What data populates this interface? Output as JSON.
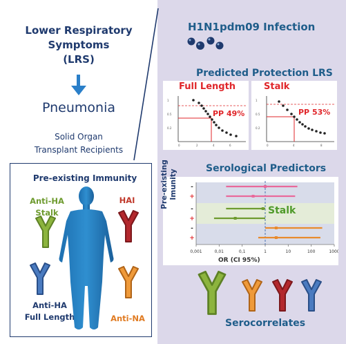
{
  "left": {
    "lrs_title": [
      "Lower Respiratory",
      "Symptoms",
      "(LRS)"
    ],
    "pneumonia": "Pneumonia",
    "population": [
      "Solid Organ",
      "Transplant Recipients"
    ],
    "preexisting_immunity": "Pre-existing Immunity",
    "anti_ha_stalk": [
      "Anti-HA",
      "Stalk"
    ],
    "hai": "HAI",
    "anti_ha_full_length": [
      "Anti-HA",
      "Full Length"
    ],
    "anti_na": "Anti-NA"
  },
  "right": {
    "infection_title": "H1N1pdm09 Infection",
    "predicted_protection_title": "Predicted Protection LRS",
    "full_length_label": "Full Length",
    "stalk_label": "Stalk",
    "pp_full_length": "PP 49%",
    "pp_stalk": "PP 53%",
    "serological_title": "Serological Predictors",
    "forest_stalk_label": "Stalk",
    "y_label": [
      "Pre-existing",
      "Imunity"
    ],
    "x_label": "OR (CI 95%)",
    "x_ticks": [
      "0,001",
      "0,01",
      "0,1",
      "1",
      "10",
      "100",
      "1000"
    ],
    "row_signs": [
      "-",
      "+",
      "-",
      "+",
      "-",
      "+"
    ],
    "serocorrelates_title": "Serocorrelates"
  },
  "colors": {
    "navy": "#1f3a6e",
    "steel_blue": "#1f5d8a",
    "panel_lavender": "#dcd8ea",
    "green": "#6e9b2f",
    "red": "#b3282d",
    "orange": "#e88a2c",
    "blue": "#3f6fb0",
    "pink": "#e9699b",
    "highlight_red": "#e0262a"
  },
  "chart_data": {
    "type": "forest",
    "x_scale": "log",
    "xlabel": "OR (CI 95%)",
    "xlim": [
      0.001,
      1000
    ],
    "reference_line": 1,
    "rows": [
      {
        "group": "HAI",
        "immunity": "-",
        "or": 1.0,
        "ci": [
          0.02,
          25
        ],
        "color": "#e9699b"
      },
      {
        "group": "HAI",
        "immunity": "+",
        "or": 0.3,
        "ci": [
          0.02,
          20
        ],
        "color": "#e9699b"
      },
      {
        "group": "Stalk",
        "immunity": "-",
        "or": 0.8,
        "ci": [
          0.02,
          1.0
        ],
        "color": "#6e9b2f"
      },
      {
        "group": "Stalk",
        "immunity": "+",
        "or": 0.05,
        "ci": [
          0.006,
          1.0
        ],
        "color": "#6e9b2f"
      },
      {
        "group": "NA",
        "immunity": "-",
        "or": 3,
        "ci": [
          1,
          300
        ],
        "color": "#e88a2c"
      },
      {
        "group": "NA",
        "immunity": "+",
        "or": 3,
        "ci": [
          0.5,
          250
        ],
        "color": "#e88a2c"
      }
    ]
  }
}
